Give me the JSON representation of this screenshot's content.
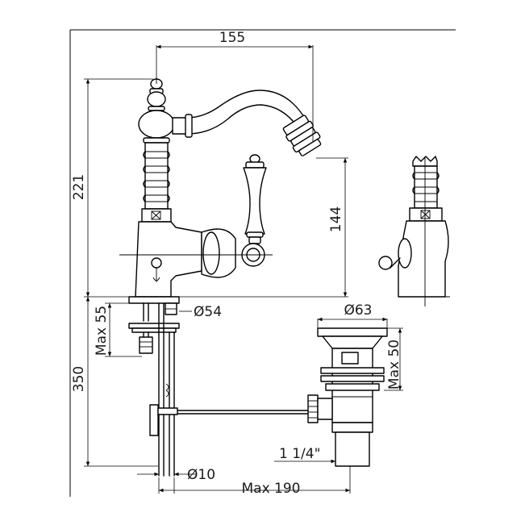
{
  "drawing": {
    "dimensions": {
      "spout_reach": "155",
      "overall_height": "221",
      "spout_height": "144",
      "base_diameter": "Ø54",
      "max_deck_thickness": "Max 55",
      "flexible_length": "350",
      "rod_diameter": "Ø10",
      "max_rod_length": "Max 190",
      "waste_diameter": "Ø63",
      "waste_max_height": "Max 50",
      "waste_thread": "1 1/4\""
    }
  }
}
